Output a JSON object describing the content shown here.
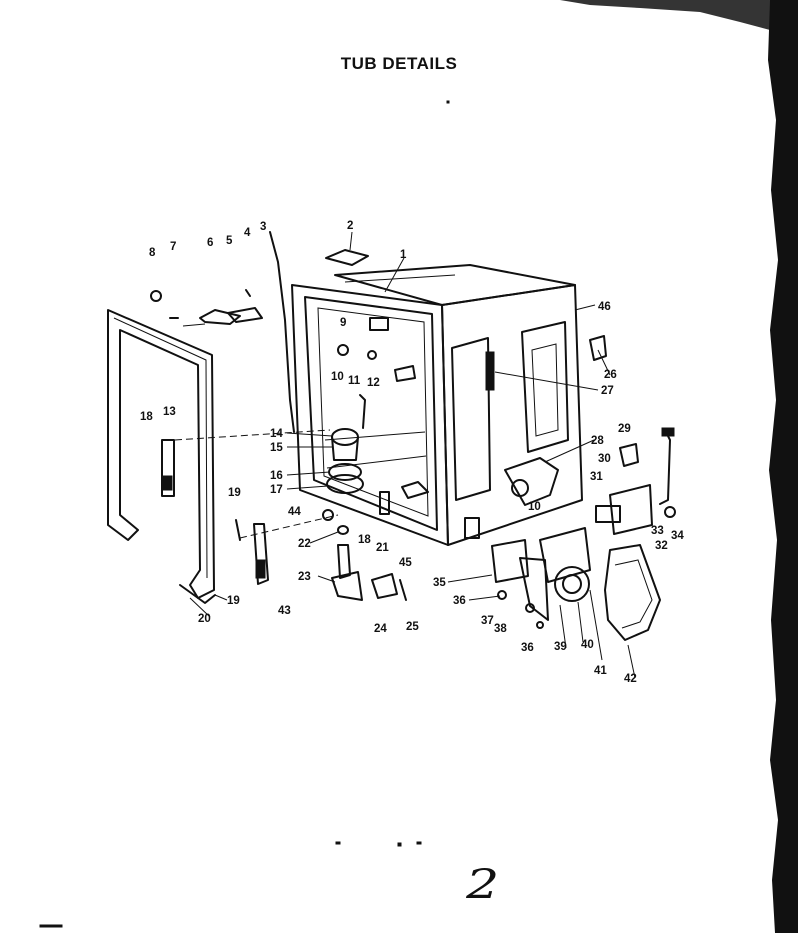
{
  "title": "TUB DETAILS",
  "page_number": "2",
  "labels": {
    "l1": "1",
    "l2": "2",
    "l3": "3",
    "l4": "4",
    "l5": "5",
    "l6": "6",
    "l7": "7",
    "l8": "8",
    "l9": "9",
    "l10a": "10",
    "l11": "11",
    "l12": "12",
    "l13": "13",
    "l14": "14",
    "l15": "15",
    "l16": "16",
    "l17": "17",
    "l18a": "18",
    "l18b": "18",
    "l19a": "19",
    "l19b": "19",
    "l10b": "10",
    "l20": "20",
    "l21": "21",
    "l22": "22",
    "l23": "23",
    "l24": "24",
    "l25": "25",
    "l26": "26",
    "l27": "27",
    "l28": "28",
    "l29": "29",
    "l30": "30",
    "l31": "31",
    "l32": "32",
    "l33": "33",
    "l34": "34",
    "l35": "35",
    "l36a": "36",
    "l36b": "36",
    "l37": "37",
    "l38": "38",
    "l39": "39",
    "l40": "40",
    "l41": "41",
    "l42": "42",
    "l43": "43",
    "l44": "44",
    "l45": "45",
    "l46": "46"
  }
}
